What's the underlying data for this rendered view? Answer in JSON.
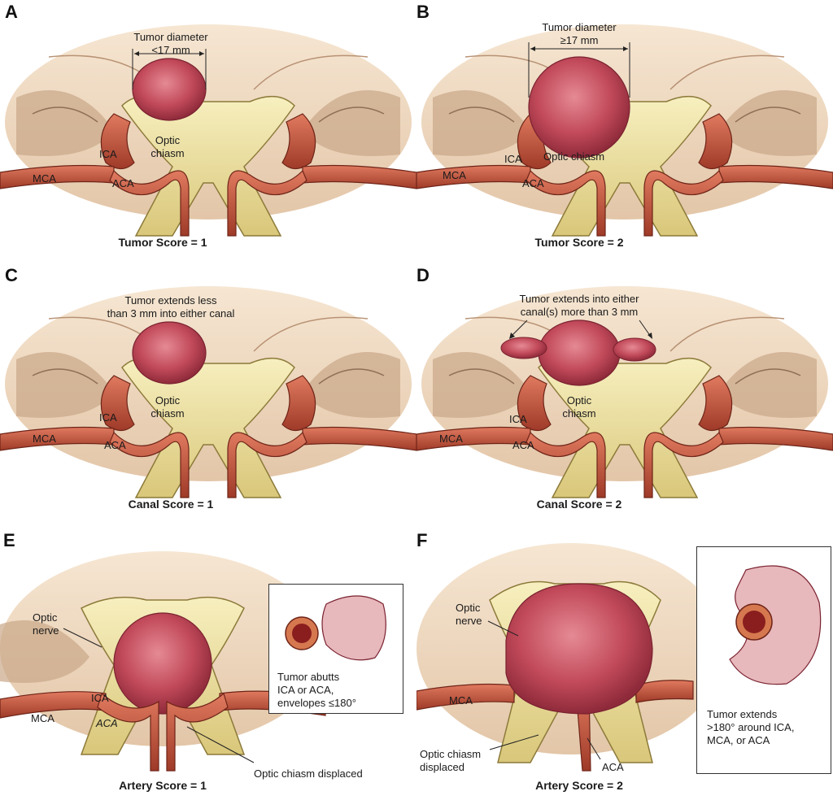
{
  "panels": {
    "A": {
      "letter": "A",
      "score": "Tumor Score = 1",
      "note_line1": "Tumor diameter",
      "note_line2": "<17 mm",
      "labels": {
        "ica": "ICA",
        "mca": "MCA",
        "aca": "ACA",
        "chiasm_line1": "Optic",
        "chiasm_line2": "chiasm"
      }
    },
    "B": {
      "letter": "B",
      "score": "Tumor Score = 2",
      "note_line1": "Tumor diameter",
      "note_line2": "≥17 mm",
      "labels": {
        "ica": "ICA",
        "mca": "MCA",
        "aca": "ACA",
        "chiasm": "Optic chiasm"
      }
    },
    "C": {
      "letter": "C",
      "score": "Canal Score = 1",
      "note_line1": "Tumor extends less",
      "note_line2": "than 3 mm into either canal",
      "labels": {
        "ica": "ICA",
        "mca": "MCA",
        "aca": "ACA",
        "chiasm_line1": "Optic",
        "chiasm_line2": "chiasm"
      }
    },
    "D": {
      "letter": "D",
      "score": "Canal Score = 2",
      "note_line1": "Tumor extends into either",
      "note_line2": "canal(s) more than 3 mm",
      "labels": {
        "ica": "ICA",
        "mca": "MCA",
        "aca": "ACA",
        "chiasm_line1": "Optic",
        "chiasm_line2": "chiasm"
      }
    },
    "E": {
      "letter": "E",
      "score": "Artery Score = 1",
      "labels": {
        "nerve_line1": "Optic",
        "nerve_line2": "nerve",
        "ica": "ICA",
        "mca": "MCA",
        "aca": "ACA",
        "displaced": "Optic chiasm displaced"
      },
      "inset": {
        "line1": "Tumor abutts",
        "line2": "ICA or ACA,",
        "line3": "envelopes ≤180°"
      }
    },
    "F": {
      "letter": "F",
      "score": "Artery Score = 2",
      "labels": {
        "nerve_line1": "Optic",
        "nerve_line2": "nerve",
        "mca": "MCA",
        "aca": "ACA",
        "displaced_line1": "Optic chiasm",
        "displaced_line2": "displaced"
      },
      "inset": {
        "line1": "Tumor extends",
        "line2": ">180° around ICA,",
        "line3": "MCA, or ACA"
      }
    }
  },
  "colors": {
    "tissue": "#efd9c2",
    "chiasm": "#f1e6a6",
    "artery": "#c9553f",
    "tumor": "#c24a5a",
    "sulcus": "#a8876b"
  }
}
